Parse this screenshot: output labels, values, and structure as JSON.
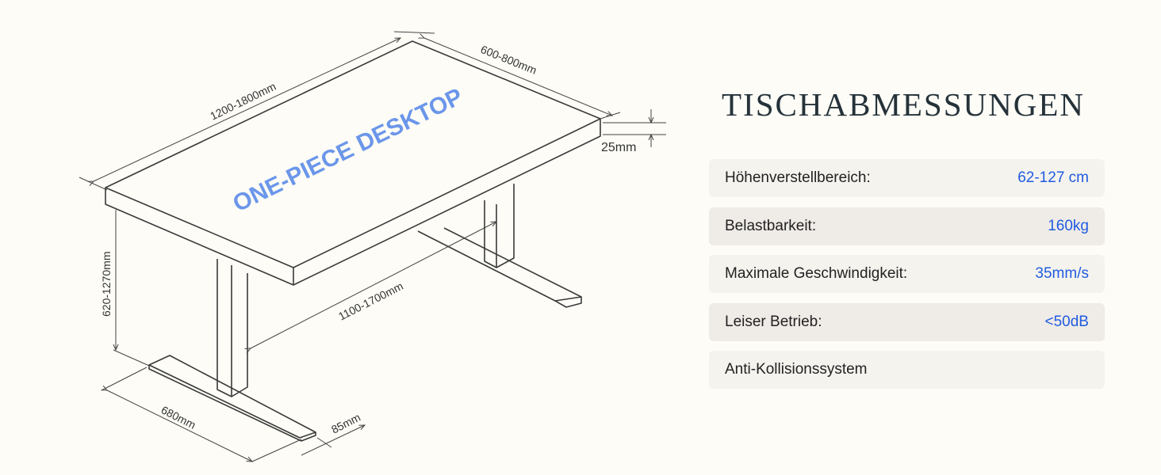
{
  "title": "TISCHABMESSUNGEN",
  "drawing": {
    "desktop_label": "ONE-PIECE DESKTOP",
    "desktop_label_color": "#6b96ea",
    "dimensions": {
      "length": "1200-1800mm",
      "depth": "600-800mm",
      "thickness": "25mm",
      "height": "620-1270mm",
      "frame_width": "1100-1700mm",
      "foot_length": "680mm",
      "foot_width": "85mm"
    }
  },
  "specs": [
    {
      "label": "Höhenverstellbereich:",
      "value": "62-127 cm"
    },
    {
      "label": "Belastbarkeit:",
      "value": "160kg"
    },
    {
      "label": "Maximale Geschwindigkeit:",
      "value": "35mm/s"
    },
    {
      "label": "Leiser Betrieb:",
      "value": "<50dB"
    },
    {
      "label": "Anti-Kollisionssystem",
      "value": ""
    }
  ],
  "colors": {
    "background": "#fdfcf6",
    "title": "#25323a",
    "value_accent": "#1f5ce0",
    "row_bg_light": "#f5f3ee",
    "row_bg_dark": "#efebe7"
  }
}
